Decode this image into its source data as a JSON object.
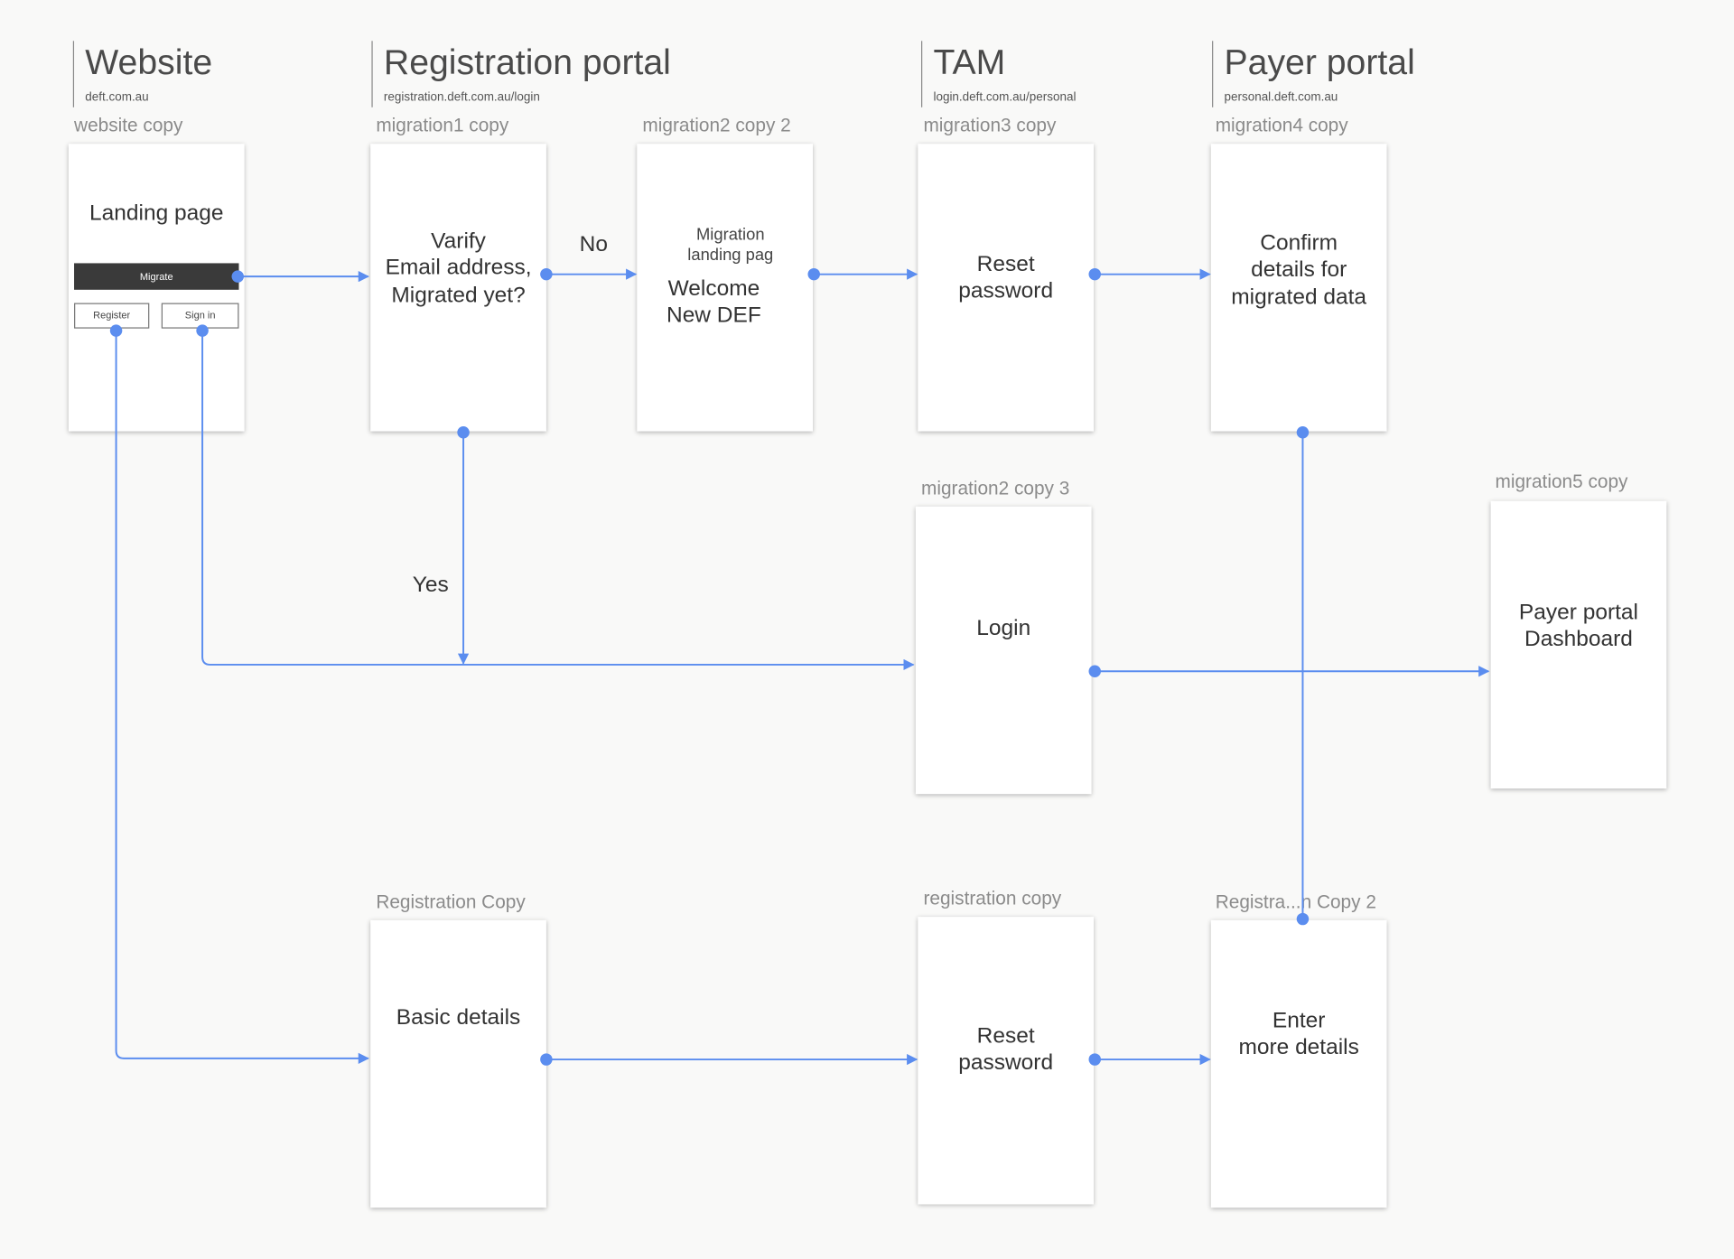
{
  "sections": [
    {
      "title": "Website",
      "url": "deft.com.au"
    },
    {
      "title": "Registration portal",
      "url": "registration.deft.com.au/login"
    },
    {
      "title": "TAM",
      "url": "login.deft.com.au/personal"
    },
    {
      "title": "Payer portal",
      "url": "personal.deft.com.au"
    }
  ],
  "boards": {
    "website": {
      "label": "website copy",
      "text": "Landing page",
      "migrate_button": "Migrate",
      "register_button": "Register",
      "signin_button": "Sign in"
    },
    "migration1": {
      "label": "migration1 copy",
      "text": "Varify\nEmail address,\nMigrated yet?"
    },
    "migration2": {
      "label": "migration2 copy 2",
      "small_text": "Migration\nlanding pag",
      "text": "Welcome\nNew DEF"
    },
    "migration3": {
      "label": "migration3 copy",
      "text": "Reset\npassword"
    },
    "migration4": {
      "label": "migration4 copy",
      "text": "Confirm\ndetails for\nmigrated data"
    },
    "login": {
      "label": "migration2 copy 3",
      "text": "Login"
    },
    "migration5": {
      "label": "migration5 copy",
      "text": "Payer portal\nDashboard"
    },
    "registration_basic": {
      "label": "Registration Copy",
      "text": "Basic details"
    },
    "registration_reset": {
      "label": "registration copy",
      "text": "Reset\npassword"
    },
    "registration_more": {
      "label": "Registra...n Copy 2",
      "text": "Enter\nmore details"
    }
  },
  "edge_labels": {
    "no": "No",
    "yes": "Yes"
  },
  "colors": {
    "connector": "#5b8def",
    "background": "#f9f9f8",
    "board": "#ffffff"
  }
}
